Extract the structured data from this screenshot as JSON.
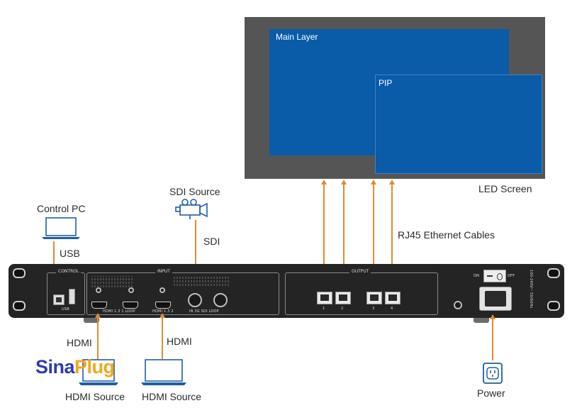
{
  "led_screen": {
    "label": "LED Screen",
    "main_layer_label": "Main Layer",
    "pip_label": "PIP"
  },
  "labels": {
    "sdi_source": "SDI Source",
    "sdi": "SDI",
    "control_pc": "Control PC",
    "usb": "USB",
    "rj45": "RJ45 Ethernet Cables",
    "hdmi_left": "HDMI",
    "hdmi_right": "HDMI",
    "hdmi_source_left": "HDMI Source",
    "hdmi_source_right": "HDMI Source",
    "power": "Power"
  },
  "device": {
    "control_title": "CONTROL",
    "input_title": "INPUT",
    "output_title": "OUTPUT",
    "usb_port_label": "USB",
    "hdmi_port1_label": "HDMI 1.3 1 LOOP",
    "hdmi_port2_label": "HDMI 1.3 2",
    "sdi_port_label": "IN 3G SDI LOOP",
    "output_ports": [
      "1",
      "2",
      "3",
      "4"
    ],
    "switch_on": "ON",
    "switch_off": "OFF",
    "power_spec": "100-240V~ 50/60Hz"
  },
  "watermark": {
    "part1": "Sina",
    "part2": "Plug"
  },
  "colors": {
    "screen_frame": "#555555",
    "layer_blue": "#0a5ba8",
    "cable_orange": "#e8892f",
    "icon_blue": "#1e5fa8",
    "device_body": "#242424"
  },
  "icons": {
    "laptop": "laptop-icon",
    "camera": "video-camera-icon",
    "power": "power-outlet-icon"
  }
}
